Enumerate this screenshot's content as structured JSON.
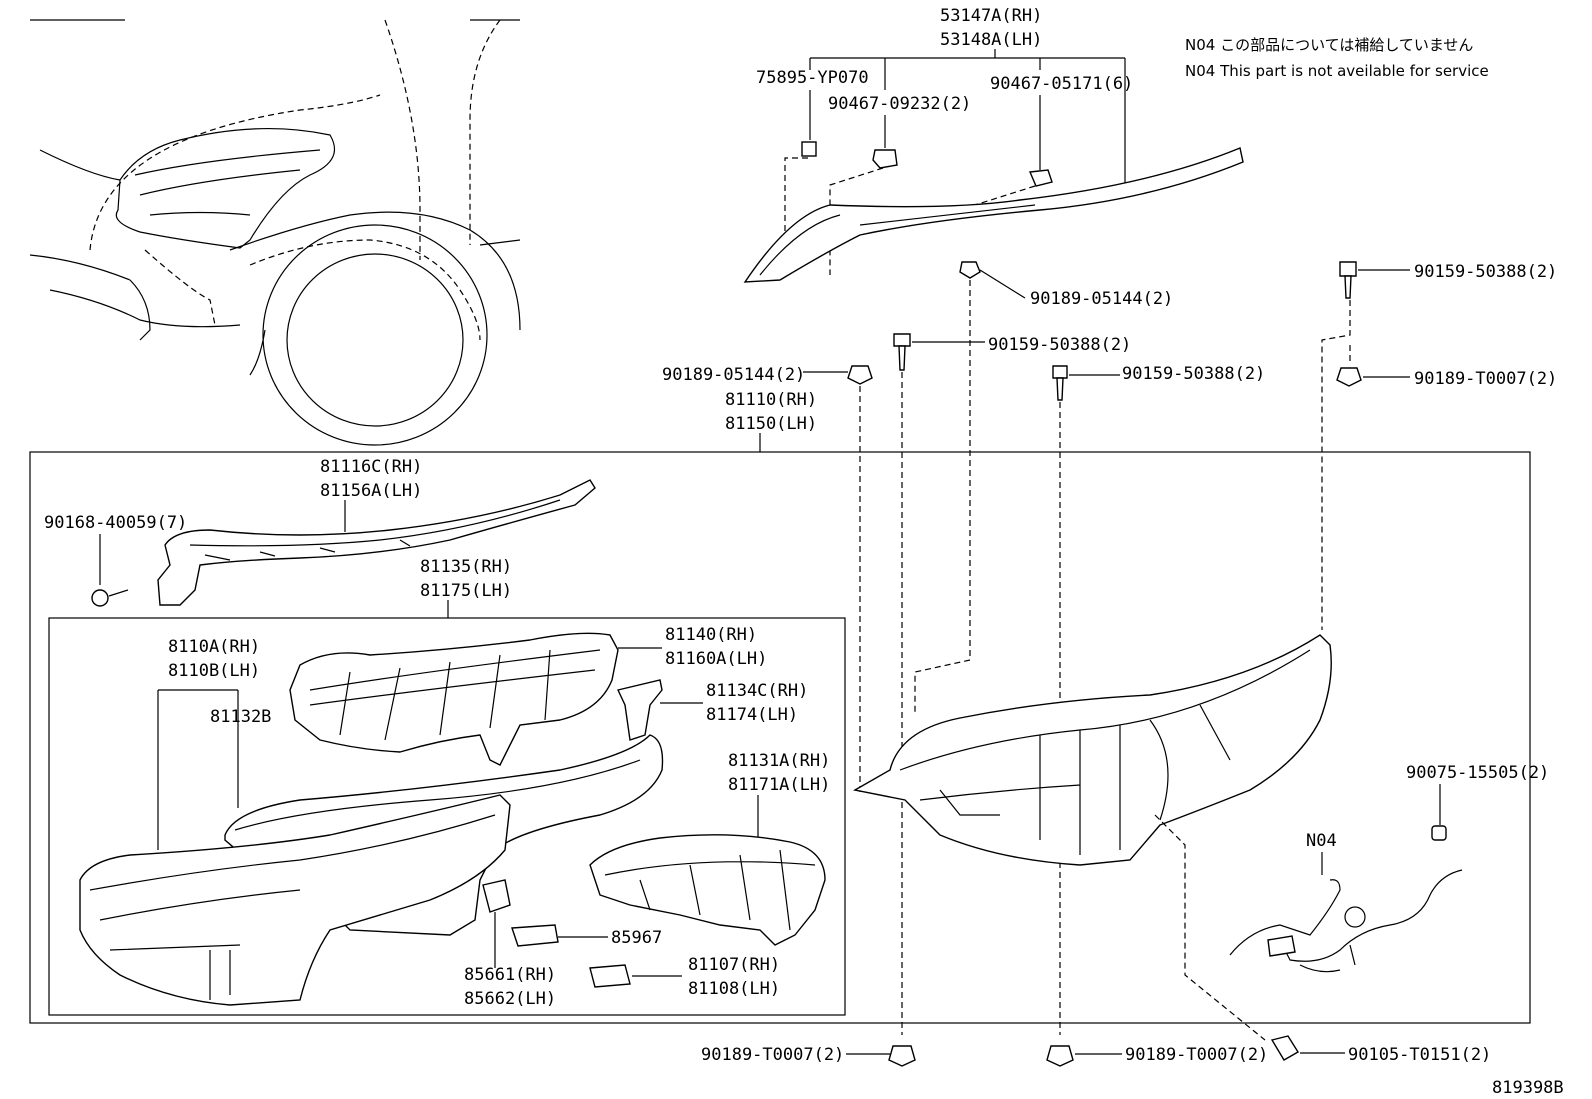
{
  "notes": {
    "jp": "N04 この部品については補給していません",
    "en": "N04 This part is not aveilable for service"
  },
  "diagram_id": "819398B",
  "labels": {
    "p53147a": "53147A(RH)",
    "p53148a": "53148A(LH)",
    "p75895": "75895-YP070",
    "p90467_09232": "90467-09232(2)",
    "p90467_05171": "90467-05171(6)",
    "p90189_05144_top": "90189-05144(2)",
    "p90159_50388_mid": "90159-50388(2)",
    "p90159_50388_right": "90159-50388(2)",
    "p90159_50388_far": "90159-50388(2)",
    "p90189_t0007_far": "90189-T0007(2)",
    "p90189_05144_left": "90189-05144(2)",
    "p81110": "81110(RH)",
    "p81150": "81150(LH)",
    "p81116c": "81116C(RH)",
    "p81156a": "81156A(LH)",
    "p90168": "90168-40059(7)",
    "p81135": "81135(RH)",
    "p81175": "81175(LH)",
    "p8110a": "8110A(RH)",
    "p8110b": "8110B(LH)",
    "p81132b": "81132B",
    "p81140": "81140(RH)",
    "p81160a": "81160A(LH)",
    "p81134c": "81134C(RH)",
    "p81174": "81174(LH)",
    "p81131a": "81131A(RH)",
    "p81171a": "81171A(LH)",
    "p85967": "85967",
    "p85661": "85661(RH)",
    "p85662": "85662(LH)",
    "p81107": "81107(RH)",
    "p81108": "81108(LH)",
    "p90075": "90075-15505(2)",
    "n04": "N04",
    "p90189_t0007_bl": "90189-T0007(2)",
    "p90189_t0007_bm": "90189-T0007(2)",
    "p90105": "90105-T0151(2)"
  }
}
